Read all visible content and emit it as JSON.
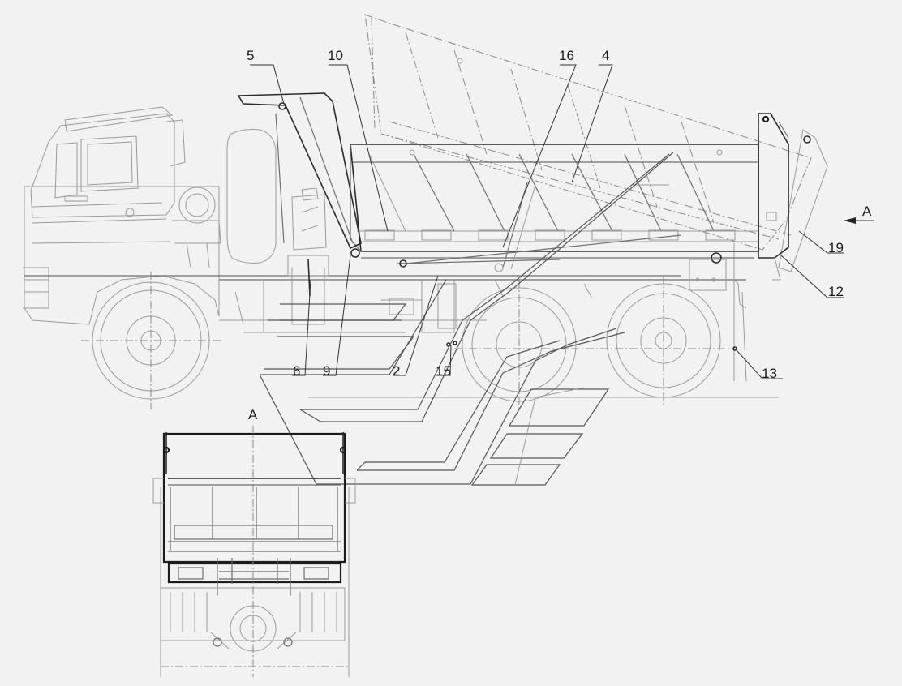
{
  "callouts": {
    "c5": "5",
    "c10": "10",
    "c16": "16",
    "c4": "4",
    "c19": "19",
    "c12": "12",
    "c13": "13",
    "c6": "6",
    "c9": "9",
    "c2": "2",
    "c15": "15",
    "view_a_arrow": "A",
    "view_a_title": "A"
  }
}
